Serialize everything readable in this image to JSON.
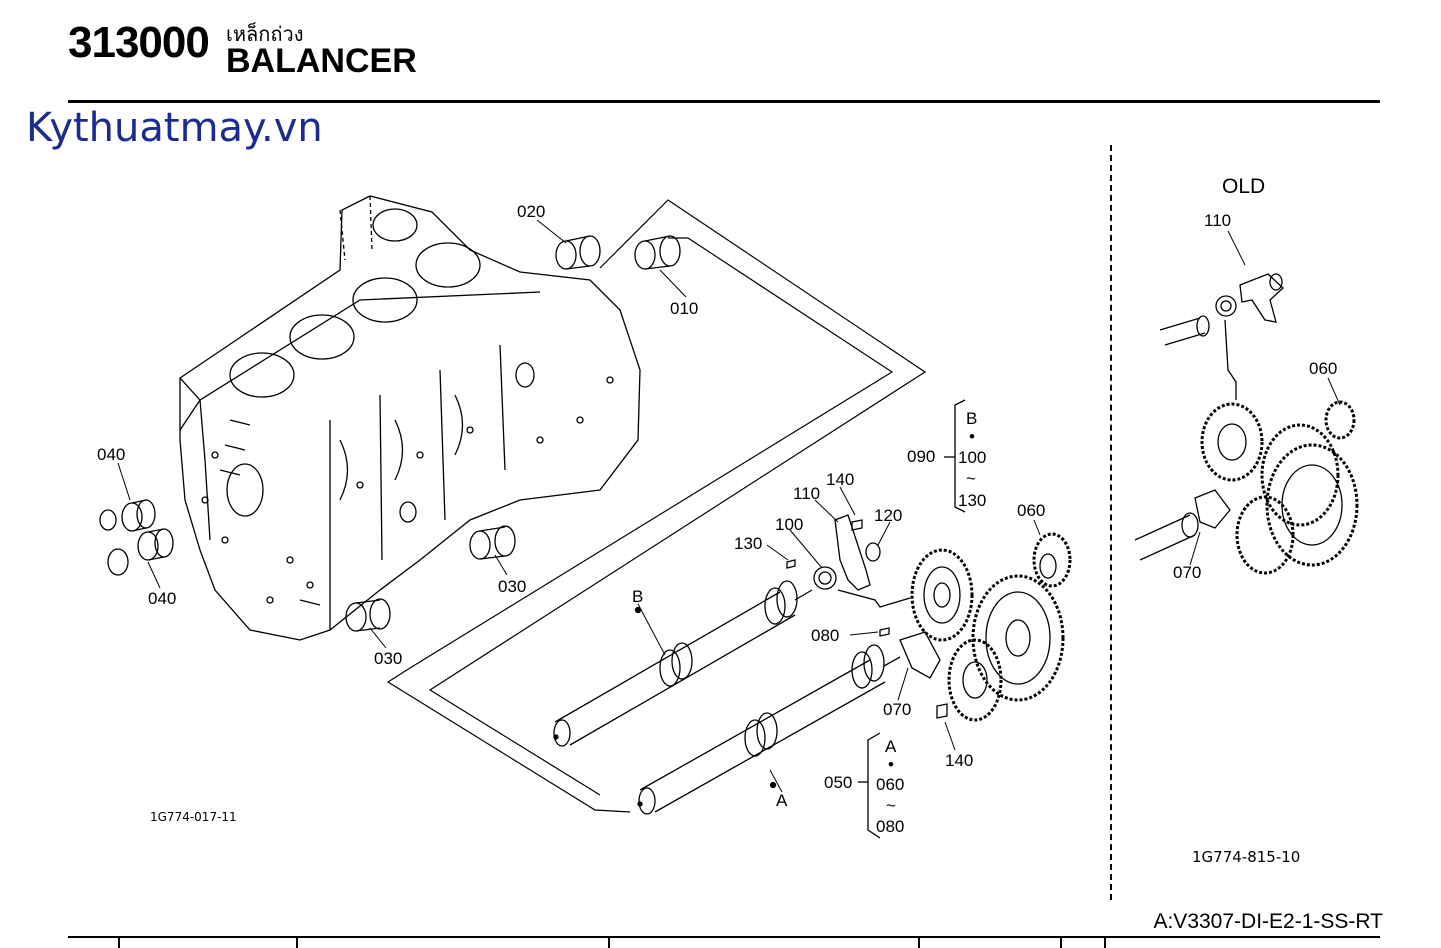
{
  "header": {
    "part_code": "313000",
    "name_thai": "เหล็กถ่วง",
    "name_english": "BALANCER"
  },
  "watermark": "Kythuatmay.vn",
  "old_label": "OLD",
  "figure_codes": {
    "main": "1G774-017-11",
    "old": "1G774-815-10"
  },
  "model_code": "A:V3307-DI-E2-1-SS-RT",
  "callouts": {
    "c010": "010",
    "c020": "020",
    "c030a": "030",
    "c030b": "030",
    "c040a": "040",
    "c040b": "040",
    "c050": "050",
    "c060": "060",
    "c070": "070",
    "c080": "080",
    "c090": "090",
    "c100": "100",
    "c110": "110",
    "c120": "120",
    "c130": "130",
    "c140a": "140",
    "c140b": "140",
    "old_110": "110",
    "old_060": "060",
    "old_070": "070"
  },
  "groups": {
    "b_label": "B",
    "b_dot": "•",
    "b_from": "100",
    "b_tilde": "~",
    "b_to": "130",
    "a_label": "A",
    "a_dot": "•",
    "a_from": "060",
    "a_tilde": "~",
    "a_to": "080"
  },
  "shaft_labels": {
    "shaft_b": "B",
    "shaft_a": "A"
  },
  "colors": {
    "watermark": "#1c2b8f",
    "line": "#000000"
  }
}
